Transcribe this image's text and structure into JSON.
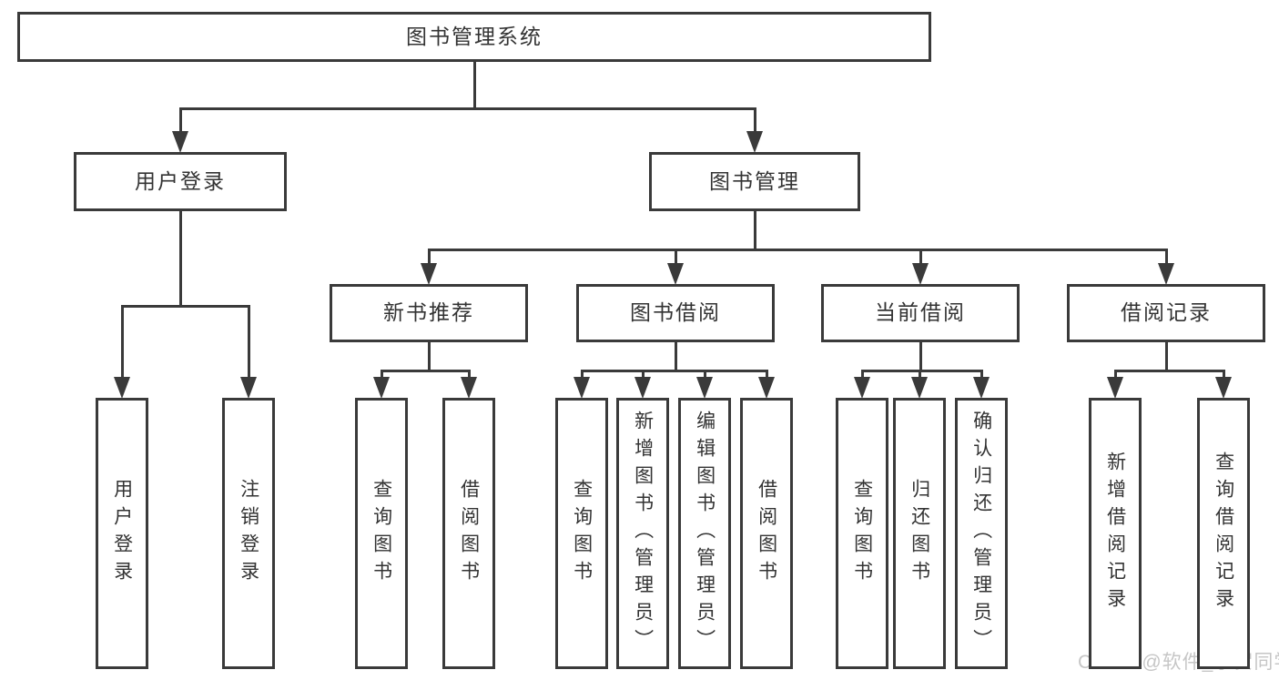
{
  "diagram": {
    "nodes": [
      {
        "id": "system-root",
        "label": "图书管理系统",
        "parent": null,
        "orientation": "horizontal"
      },
      {
        "id": "user-login-branch",
        "label": "用户登录",
        "parent": "system-root",
        "orientation": "horizontal"
      },
      {
        "id": "book-management",
        "label": "图书管理",
        "parent": "system-root",
        "orientation": "horizontal"
      },
      {
        "id": "new-book-recommend",
        "label": "新书推荐",
        "parent": "book-management",
        "orientation": "horizontal"
      },
      {
        "id": "book-borrowing",
        "label": "图书借阅",
        "parent": "book-management",
        "orientation": "horizontal"
      },
      {
        "id": "current-borrowing",
        "label": "当前借阅",
        "parent": "book-management",
        "orientation": "horizontal"
      },
      {
        "id": "borrowing-records",
        "label": "借阅记录",
        "parent": "book-management",
        "orientation": "horizontal"
      },
      {
        "id": "user-login-leaf",
        "label": "用户登录",
        "parent": "user-login-branch",
        "orientation": "vertical"
      },
      {
        "id": "logout-leaf",
        "label": "注销登录",
        "parent": "user-login-branch",
        "orientation": "vertical"
      },
      {
        "id": "query-books-recommend",
        "label": "查询图书",
        "parent": "new-book-recommend",
        "orientation": "vertical"
      },
      {
        "id": "borrow-books-recommend",
        "label": "借阅图书",
        "parent": "new-book-recommend",
        "orientation": "vertical"
      },
      {
        "id": "query-books-borrowing",
        "label": "查询图书",
        "parent": "book-borrowing",
        "orientation": "vertical"
      },
      {
        "id": "add-books-admin",
        "label": "新增图书（管理员）",
        "parent": "book-borrowing",
        "orientation": "vertical"
      },
      {
        "id": "edit-books-admin",
        "label": "编辑图书（管理员）",
        "parent": "book-borrowing",
        "orientation": "vertical"
      },
      {
        "id": "borrow-books-borrowing",
        "label": "借阅图书",
        "parent": "book-borrowing",
        "orientation": "vertical"
      },
      {
        "id": "query-books-current",
        "label": "查询图书",
        "parent": "current-borrowing",
        "orientation": "vertical"
      },
      {
        "id": "return-books",
        "label": "归还图书",
        "parent": "current-borrowing",
        "orientation": "vertical"
      },
      {
        "id": "confirm-return-admin",
        "label": "确认归还（管理员）",
        "parent": "current-borrowing",
        "orientation": "vertical"
      },
      {
        "id": "add-borrow-record",
        "label": "新增借阅记录",
        "parent": "borrowing-records",
        "orientation": "vertical"
      },
      {
        "id": "query-borrow-record",
        "label": "查询借阅记录",
        "parent": "borrowing-records",
        "orientation": "vertical"
      }
    ],
    "colors": {
      "line": "#3a3a3a",
      "text": "#333333",
      "box_bg": "#ffffff",
      "watermark": "#c6c6c6"
    }
  },
  "watermark": {
    "text": "CSDN @软件_小贺同学"
  }
}
